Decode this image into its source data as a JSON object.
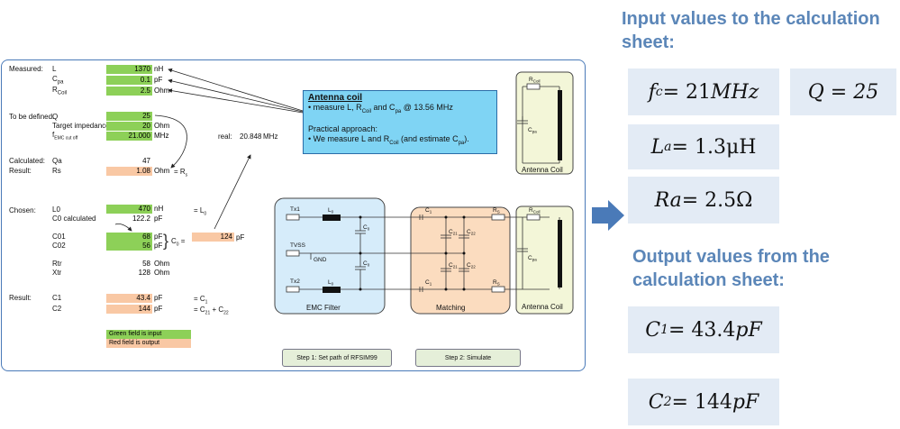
{
  "sheet": {
    "rows": {
      "measured": {
        "section": "Measured:",
        "items": [
          {
            "name": "L",
            "value": "1370",
            "unit": "nH"
          },
          {
            "name": "C",
            "sub": "pa",
            "value": "0.1",
            "unit": "pF"
          },
          {
            "name": "R",
            "sub": "Coil",
            "value": "2.5",
            "unit": "Ohm"
          }
        ]
      },
      "to_be_defined": {
        "section": "To be defined:",
        "items": [
          {
            "name": "Q",
            "value": "25",
            "unit": ""
          },
          {
            "name": "Target impedance",
            "value": "20",
            "unit": "Ohm"
          },
          {
            "name": "f",
            "sub": "EMC cut off",
            "value": "21.000",
            "unit": "MHz"
          }
        ],
        "real_label": "real:",
        "real_value": "20.848",
        "real_unit": "MHz"
      },
      "calculated": {
        "section": "Calculated:",
        "name": "Qa",
        "value": "47"
      },
      "result_rs": {
        "section": "Result:",
        "name": "Rs",
        "value": "1.08",
        "unit": "Ohm",
        "eq": "= R",
        "eq_sub": "s"
      },
      "chosen": {
        "section": "Chosen:",
        "l0_name": "L0",
        "l0_value": "470",
        "l0_unit": "nH",
        "l0_eq": "= L",
        "l0_eq_sub": "0",
        "c0_name": "C0 calculated",
        "c0_value": "122.2",
        "c0_unit": "pF",
        "c01_name": "C01",
        "c01_value": "68",
        "c01_unit": "pF",
        "c02_name": "C02",
        "c02_value": "56",
        "c02_unit": "pF",
        "c0_eq": "C",
        "c0_eq_sub": "0",
        "c0_eq_sign": "=",
        "c0_total": "124",
        "c0_total_unit": "pF",
        "rtr_name": "Rtr",
        "rtr_value": "58",
        "rtr_unit": "Ohm",
        "xtr_name": "Xtr",
        "xtr_value": "128",
        "xtr_unit": "Ohm"
      },
      "result": {
        "section": "Result:",
        "c1_name": "C1",
        "c1_value": "43.4",
        "c1_unit": "pF",
        "c1_eq": "= C",
        "c1_eq_sub": "1",
        "c2_name": "C2",
        "c2_value": "144",
        "c2_unit": "pF",
        "c2_eq": "= C",
        "c2_eq_sub": "21",
        "c2_eq_plus": " + C",
        "c2_eq_sub2": "22"
      }
    },
    "legend": {
      "green": "Green field is input",
      "red": "Red field is output"
    },
    "callout": {
      "title": "Antenna coil",
      "line1_pre": "• measure L, R",
      "line1_sub1": "Coil",
      "line1_mid": " and C",
      "line1_sub2": "pa",
      "line1_post": " @ 13.56 MHz",
      "line2": "Practical approach:",
      "line3_pre": "• We measure L and R",
      "line3_sub": "Coil",
      "line3_mid": " (and estimate C",
      "line3_sub2": "pa",
      "line3_post": ")."
    },
    "buttons": {
      "step1": "Step 1: Set path of RFSIM99",
      "step2": "Step 2: Simulate"
    },
    "schematic": {
      "emc_label": "EMC Filter",
      "matching_label": "Matching",
      "antenna_label": "Antenna Coil",
      "antenna_label_top": "Antenna Coil",
      "tx1": "Tx1",
      "tx2": "Tx2",
      "tvss": "TVSS",
      "gnd": "GND",
      "l0": "L",
      "l0_sub": "0",
      "c0": "C",
      "c0_sub": "0",
      "c1": "C",
      "c1_sub": "1",
      "c21": "C",
      "c21_sub": "21",
      "c22": "C",
      "c22_sub": "22",
      "rs": "R",
      "rs_sub": "S",
      "rcoil": "R",
      "rcoil_sub": "Coil",
      "cpa": "C",
      "cpa_sub": "pa"
    },
    "colors": {
      "green": "#8dd058",
      "orange": "#f9c8a4",
      "callout": "#7fd4f4",
      "emc": "#d6ecfa",
      "matching": "#fbdcbf",
      "antenna": "#f3f6d8"
    }
  },
  "right": {
    "input_heading": "Input values to the calculation sheet:",
    "output_heading": "Output values from the calculation sheet:",
    "fc": {
      "sym": "f",
      "sub": "c",
      "rest": " = 21 ",
      "unit": "MHz"
    },
    "q": {
      "text": "Q = 25"
    },
    "la": {
      "sym": "L",
      "sub": "a",
      "rest": " = 1.3 ",
      "unit": "μH"
    },
    "ra": {
      "sym": "Ra",
      "rest": " = 2.5 ",
      "unit": "Ω"
    },
    "c1": {
      "sym": "C",
      "sub": "1",
      "rest": " = 43.4 ",
      "unit": "pF"
    },
    "c2": {
      "sym": "C",
      "sub": "2",
      "rest": " = 144 ",
      "unit": "pF"
    },
    "arrow_color": "#4a7ab8"
  }
}
